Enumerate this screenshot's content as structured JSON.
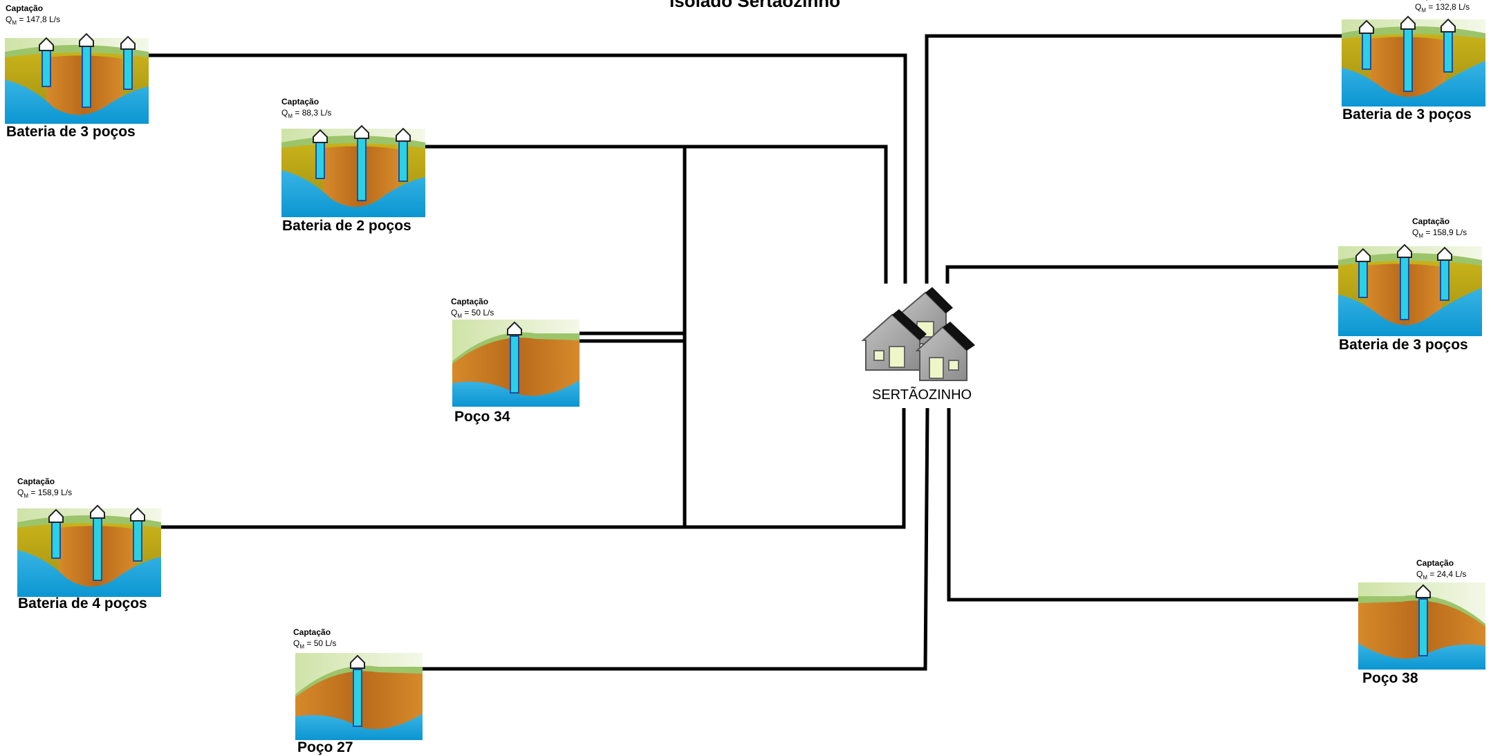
{
  "title": "Isolado Sertãozinho",
  "city": "SERTÃOZINHO",
  "captacao_label": "Captação",
  "sources": [
    {
      "id": "bat3-top-left",
      "name": "Bateria de 3 poços",
      "q_prefix": "Q",
      "q_sub": "M",
      "flow": "= 147,8 L/s"
    },
    {
      "id": "bat2",
      "name": "Bateria de 2 poços",
      "q_prefix": "Q",
      "q_sub": "M",
      "flow": "= 88,3 L/s"
    },
    {
      "id": "poco34",
      "name": "Poço 34",
      "q_prefix": "Q",
      "q_sub": "M",
      "flow": "= 50 L/s"
    },
    {
      "id": "bat4",
      "name": "Bateria de 4 poços",
      "q_prefix": "Q",
      "q_sub": "M",
      "flow": "= 158,9 L/s"
    },
    {
      "id": "poco27",
      "name": "Poço 27",
      "q_prefix": "Q",
      "q_sub": "M",
      "flow": "= 50 L/s"
    },
    {
      "id": "bat3-top-right",
      "name": "Bateria de 3 poços",
      "q_prefix": "Q",
      "q_sub": "M",
      "flow": "= 132,8 L/s"
    },
    {
      "id": "bat3-mid-right",
      "name": "Bateria de 3 poços",
      "q_prefix": "Q",
      "q_sub": "M",
      "flow": "= 158,9 L/s"
    },
    {
      "id": "poco38",
      "name": "Poço 38",
      "q_prefix": "Q",
      "q_sub": "M",
      "flow": "= 24,4 L/s"
    }
  ],
  "colors": {
    "pipe": "#000000",
    "water": "#1aa6dc",
    "soil": "#c9771c",
    "soil_dark": "#8e5a12",
    "olive": "#b8a412",
    "grass": "#9cc46a",
    "well_cyan": "#2ad0e6",
    "well_blue": "#1c4f9e",
    "house_gray": "#a8a8a8",
    "house_window": "#eef5c8"
  }
}
